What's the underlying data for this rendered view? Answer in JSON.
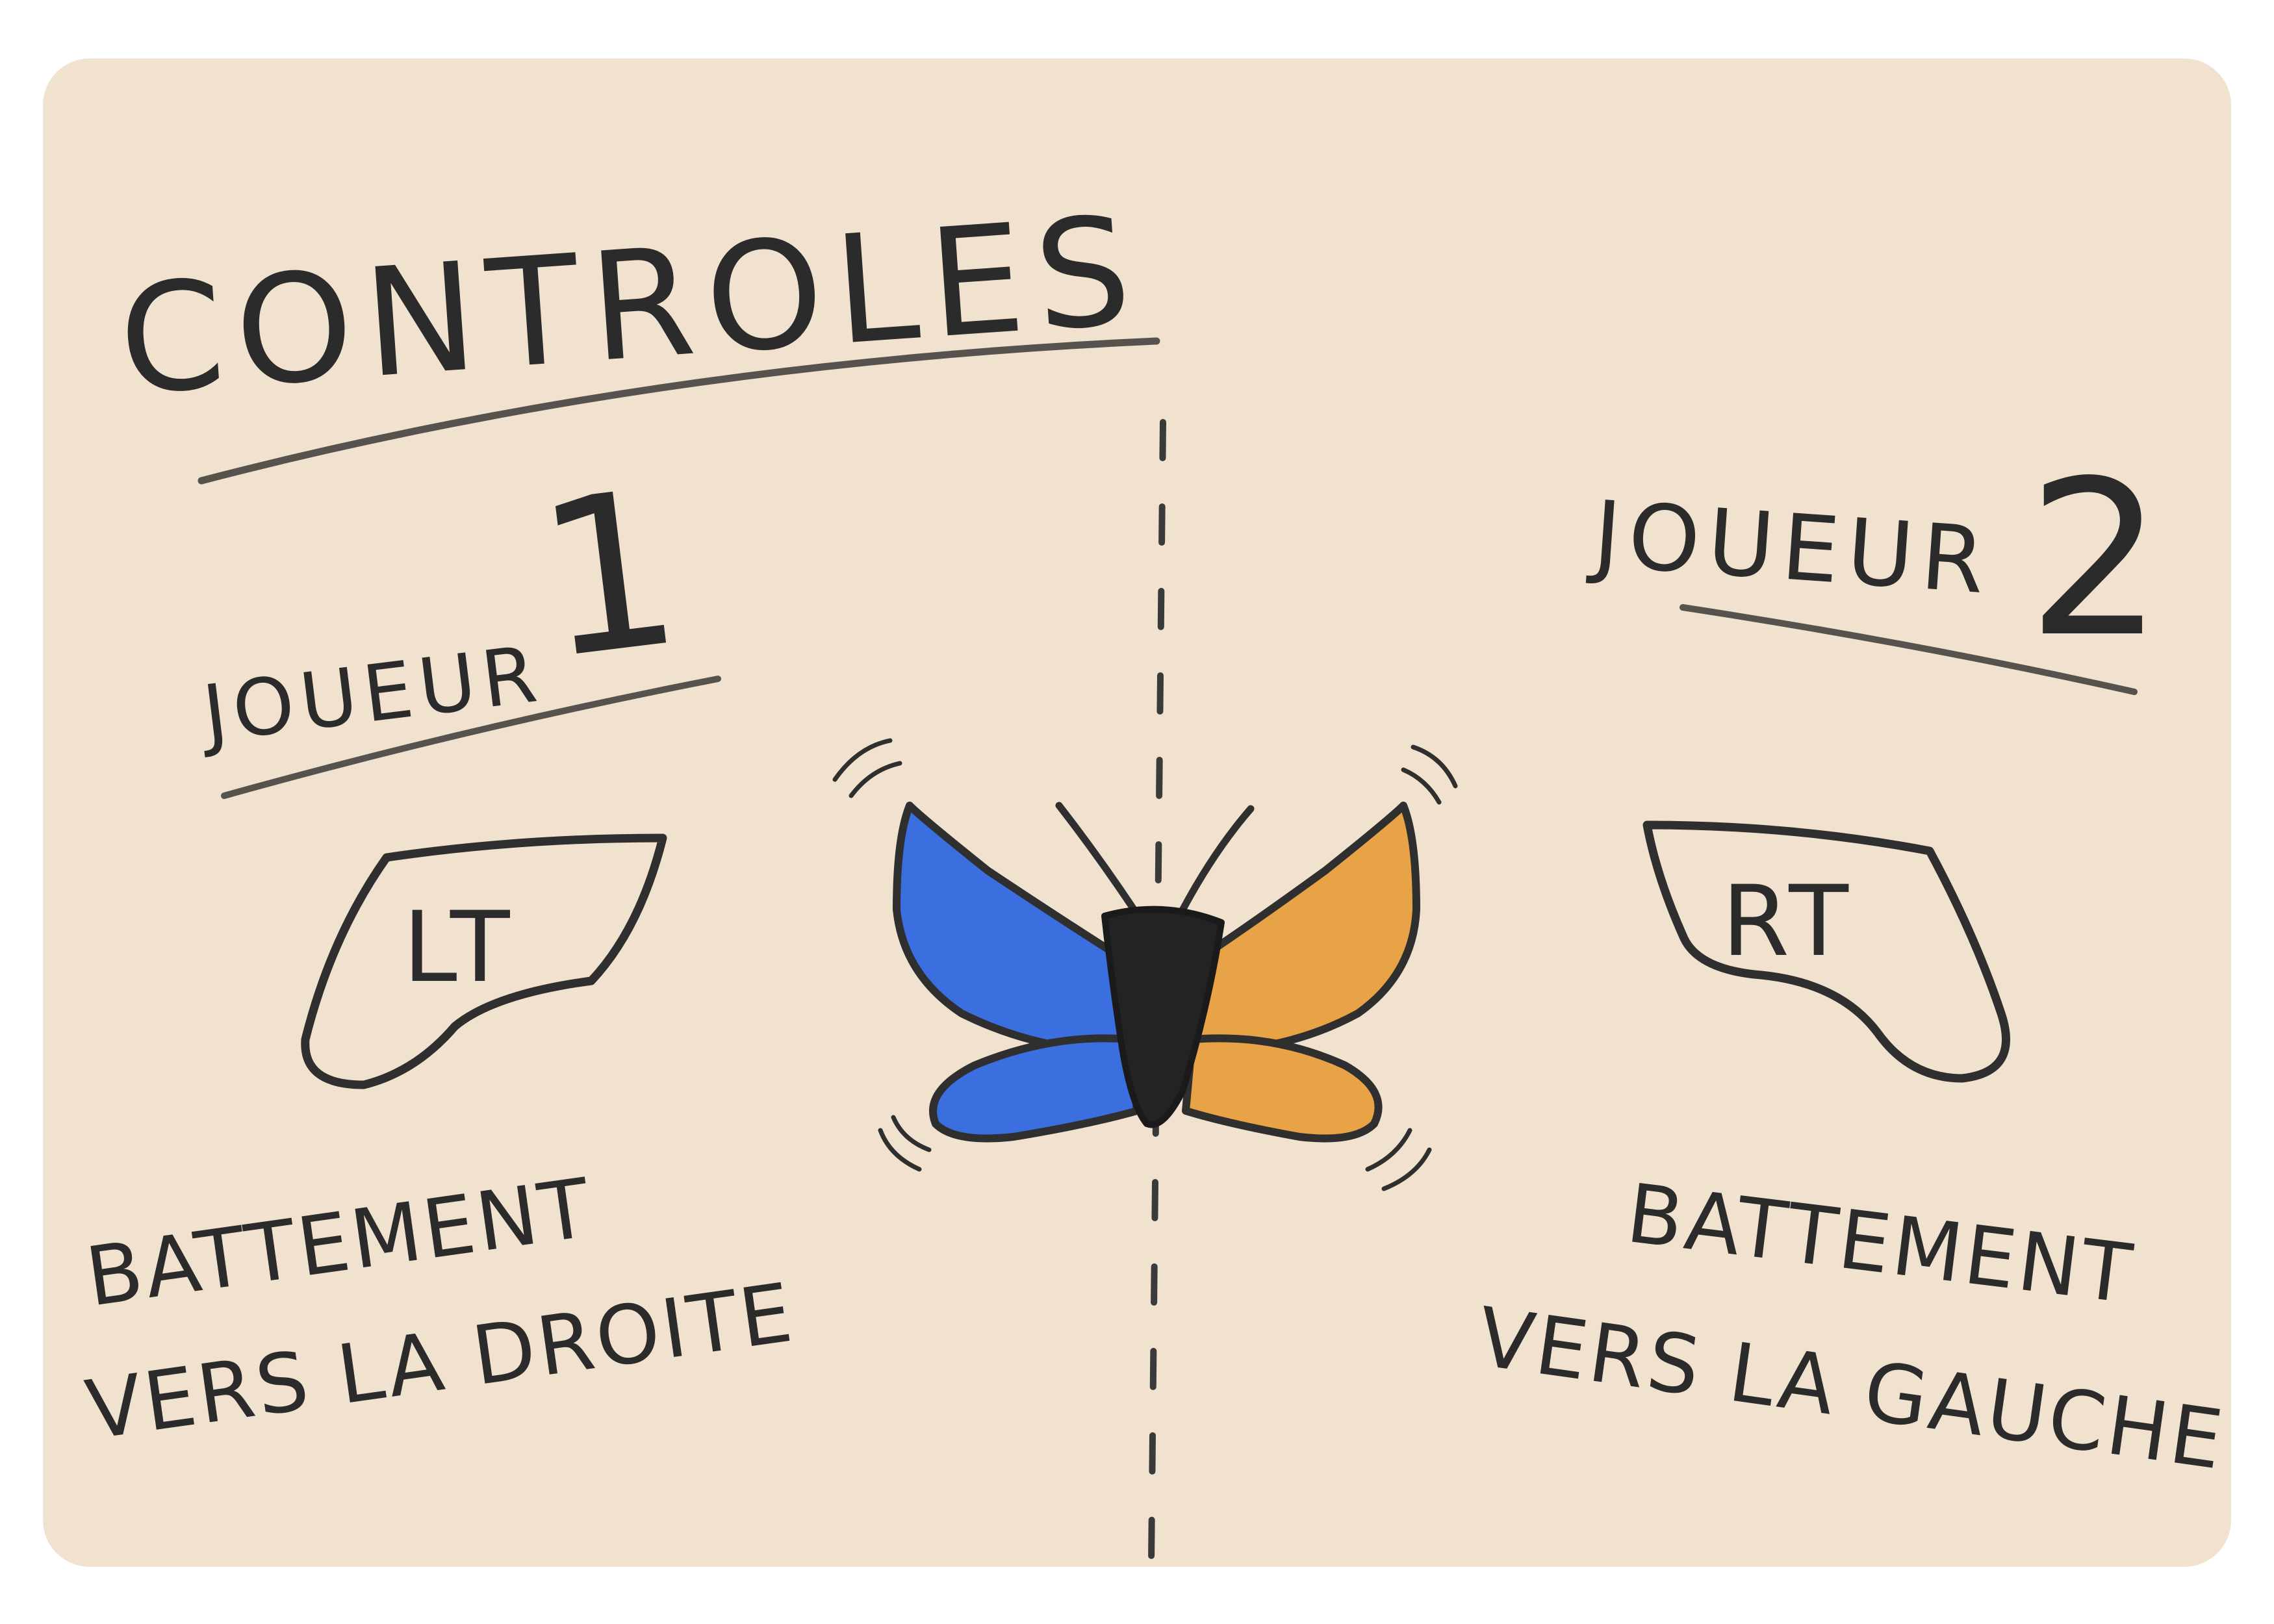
{
  "title": "CONTROLES",
  "player1": {
    "label": "JOUEUR",
    "number": "1",
    "button": "LT",
    "action_line1": "BATTEMENT",
    "action_line2": "VERS LA DROITE",
    "color": "#3b6fe0"
  },
  "player2": {
    "label": "JOUEUR",
    "number": "2",
    "button": "RT",
    "action_line1": "BATTEMENT",
    "action_line2": "VERS LA GAUCHE",
    "color": "#e9a347"
  },
  "colors": {
    "background": "#f0e2ce",
    "ink": "#2b2b2b"
  },
  "icons": {
    "center": "butterfly-icon",
    "left_trigger": "trigger-button-icon",
    "right_trigger": "trigger-button-icon"
  }
}
